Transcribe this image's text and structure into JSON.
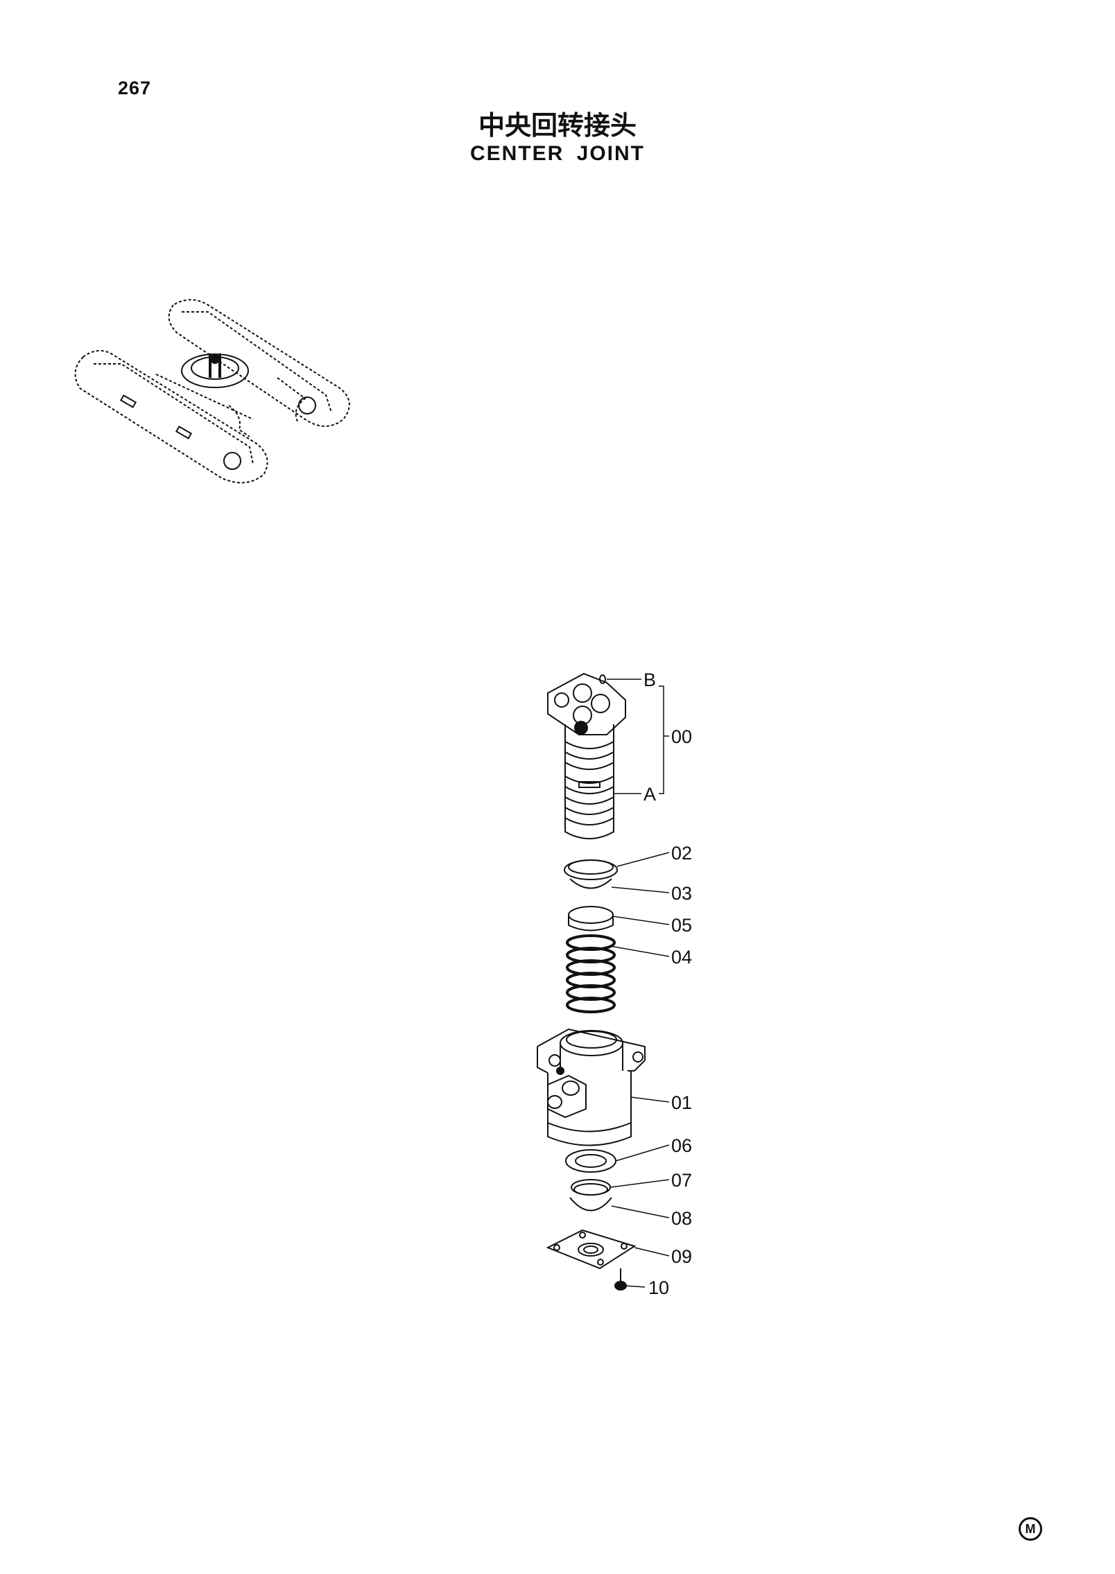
{
  "page": {
    "number": "267",
    "title_cn": "中央回转接头",
    "title_en": "CENTER  JOINT",
    "corner_mark": "M"
  },
  "callouts": {
    "b": "B",
    "a": "A",
    "p00": "00",
    "p02": "02",
    "p03": "03",
    "p05": "05",
    "p04": "04",
    "p01": "01",
    "p06": "06",
    "p07": "07",
    "p08": "08",
    "p09": "09",
    "p10": "10"
  },
  "colors": {
    "ink": "#111111",
    "paper": "#ffffff"
  }
}
